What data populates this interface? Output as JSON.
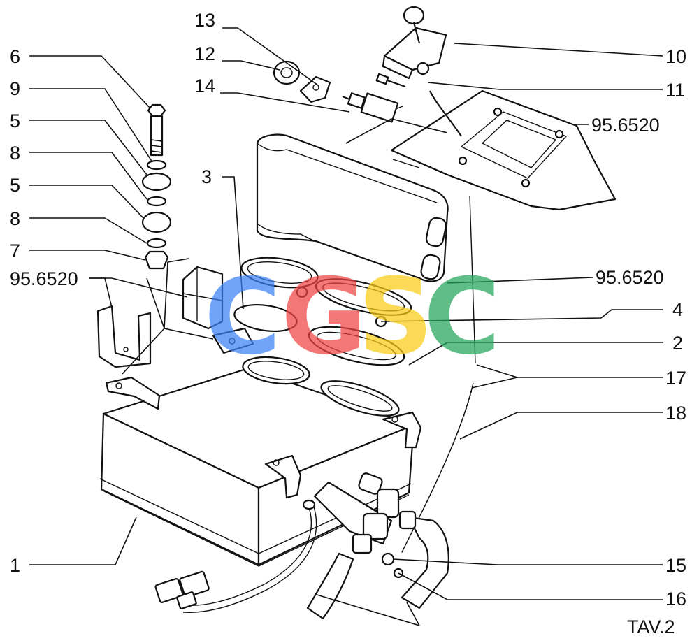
{
  "labels": {
    "l6": "6",
    "l9": "9",
    "l5a": "5",
    "l8a": "8",
    "l5b": "5",
    "l8b": "8",
    "l7": "7",
    "l95_left": "95.6520",
    "l13": "13",
    "l12": "12",
    "l14": "14",
    "l3": "3",
    "l1": "1",
    "l10": "10",
    "l11": "11",
    "l95_top": "95.6520",
    "l95_mid": "95.6520",
    "l4": "4",
    "l2": "2",
    "l17": "17",
    "l18": "18",
    "l15": "15",
    "l16": "16",
    "plate": "TAV.2"
  },
  "watermark": {
    "text": "CGSC",
    "colors": [
      "#3b82f6",
      "#ef4444",
      "#facc15",
      "#22a559"
    ]
  }
}
